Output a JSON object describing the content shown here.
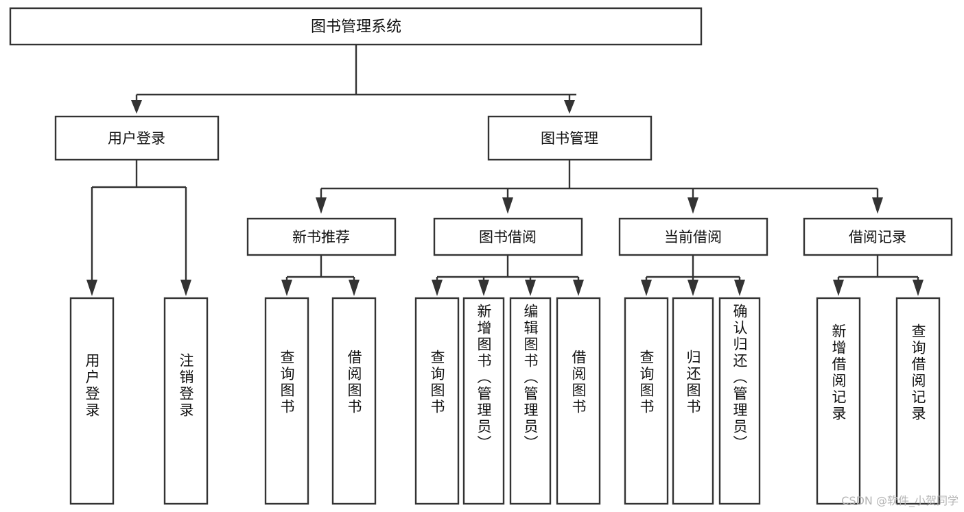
{
  "diagram": {
    "type": "tree-hierarchy",
    "title": "图书管理系统",
    "watermark": "CSDN @软件_小贺同学",
    "colors": {
      "stroke": "#333333",
      "box_fill": "#ffffff",
      "text": "#111111",
      "background": "#ffffff",
      "watermark": "#b4b4b4"
    },
    "root": {
      "label": "图书管理系统"
    },
    "level2": [
      {
        "label": "用户登录"
      },
      {
        "label": "图书管理"
      }
    ],
    "level3": [
      {
        "label": "新书推荐"
      },
      {
        "label": "图书借阅"
      },
      {
        "label": "当前借阅"
      },
      {
        "label": "借阅记录"
      }
    ],
    "leaves": {
      "user_login": [
        {
          "label": "用户登录"
        },
        {
          "label": "注销登录"
        }
      ],
      "new_book_recommend": [
        {
          "label": "查询图书"
        },
        {
          "label": "借阅图书"
        }
      ],
      "book_borrow": [
        {
          "label": "查询图书"
        },
        {
          "label": "新增图书（管理员）"
        },
        {
          "label": "编辑图书（管理员）"
        },
        {
          "label": "借阅图书"
        }
      ],
      "current_borrow": [
        {
          "label": "查询图书"
        },
        {
          "label": "归还图书"
        },
        {
          "label": "确认归还（管理员）"
        }
      ],
      "borrow_record": [
        {
          "label": "新增借阅记录"
        },
        {
          "label": "查询借阅记录"
        }
      ]
    }
  }
}
